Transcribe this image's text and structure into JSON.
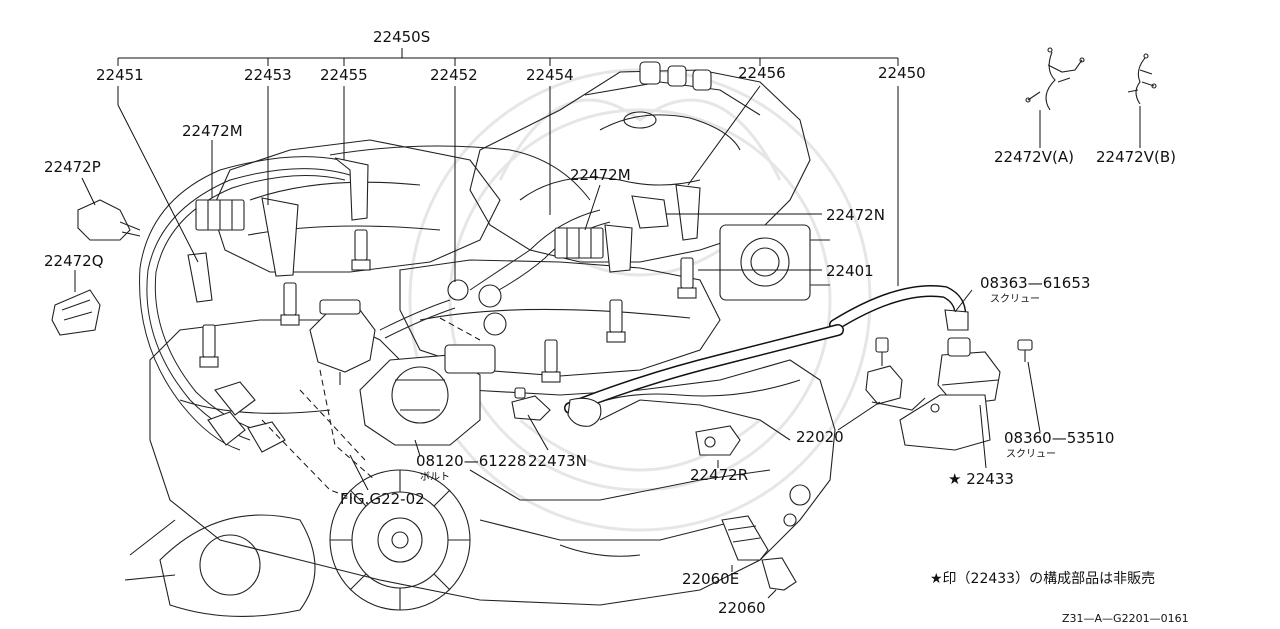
{
  "diagram": {
    "labels": {
      "assembly": "22450S",
      "l22451": "22451",
      "l22453": "22453",
      "l22455": "22455",
      "l22452": "22452",
      "l22454": "22454",
      "l22456": "22456",
      "l22450": "22450",
      "l22472M_a": "22472M",
      "l22472M_b": "22472M",
      "l22472P": "22472P",
      "l22472Q": "22472Q",
      "l22472N": "22472N",
      "l22401": "22401",
      "l08363": "08363—61653",
      "l08363_sub": "スクリュー",
      "l08360": "08360—53510",
      "l08360_sub": "スクリュー",
      "l22020": "22020",
      "l22433": "★ 22433",
      "l08120": "08120—61228",
      "l08120_sub": "ボルト",
      "l22473N": "22473N",
      "l22472R": "22472R",
      "lFIG": "FIG.G22-02",
      "l22060E": "22060E",
      "l22060": "22060",
      "l22472VA": "22472V(A)",
      "l22472VB": "22472V(B)"
    },
    "note": "★印（22433）の構成部品は非販売",
    "ref_code": "Z31—A—G2201—0161"
  }
}
